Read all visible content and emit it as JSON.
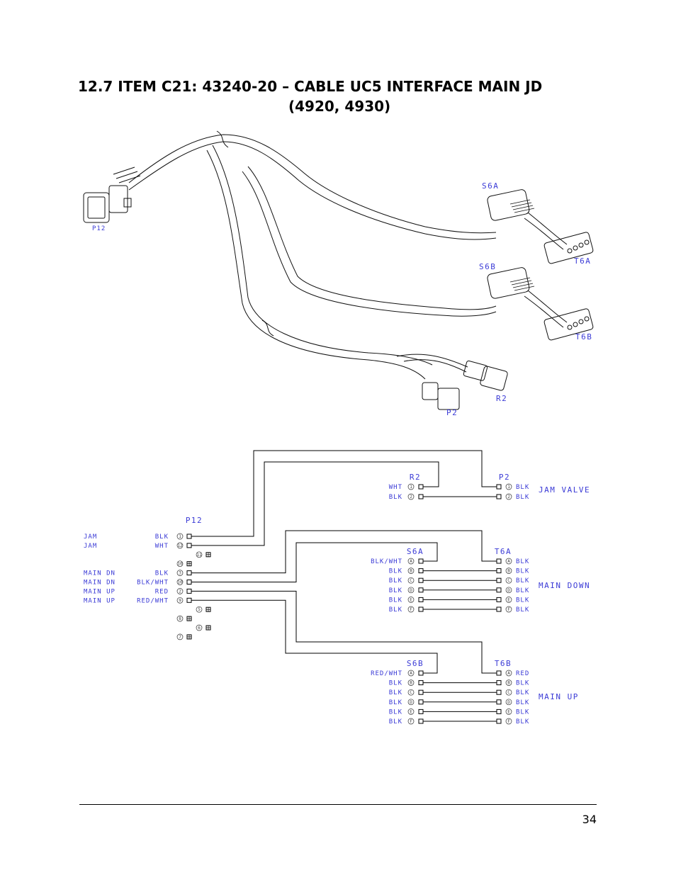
{
  "heading": {
    "line1": "12.7  ITEM C21:  43240-20 – CABLE UC5 INTERFACE MAIN JD",
    "line2": "(4920, 4930)"
  },
  "harness_drawing": {
    "connectors": {
      "p12": "P12",
      "s6a": "S6A",
      "t6a": "T6A",
      "s6b": "S6B",
      "t6b": "T6B",
      "r2": "R2",
      "p2": "P2"
    }
  },
  "schematic": {
    "p12": {
      "label": "P12",
      "rows": [
        {
          "func": "JAM",
          "color": "BLK",
          "pin": "1",
          "wired": true
        },
        {
          "func": "JAM",
          "color": "WHT",
          "pin": "12",
          "wired": true
        },
        {
          "func": "",
          "color": "",
          "pin": "11",
          "wired": false
        },
        {
          "func": "",
          "color": "",
          "pin": "10",
          "wired": false
        },
        {
          "func": "MAIN DN",
          "color": "BLK",
          "pin": "3",
          "wired": true
        },
        {
          "func": "MAIN DN",
          "color": "BLK/WHT",
          "pin": "10",
          "wired": true
        },
        {
          "func": "MAIN UP",
          "color": "RED",
          "pin": "2",
          "wired": true
        },
        {
          "func": "MAIN UP",
          "color": "RED/WHT",
          "pin": "9",
          "wired": true
        },
        {
          "func": "",
          "color": "",
          "pin": "5",
          "wired": false
        },
        {
          "func": "",
          "color": "",
          "pin": "8",
          "wired": false
        },
        {
          "func": "",
          "color": "",
          "pin": "6",
          "wired": false
        },
        {
          "func": "",
          "color": "",
          "pin": "7",
          "wired": false
        }
      ]
    },
    "r2": {
      "label": "R2",
      "rows": [
        {
          "color": "WHT",
          "pin": "1"
        },
        {
          "color": "BLK",
          "pin": "2"
        }
      ]
    },
    "p2": {
      "label": "P2",
      "rows": [
        {
          "color": "BLK",
          "pin": "1"
        },
        {
          "color": "BLK",
          "pin": "2"
        }
      ]
    },
    "jam_valve": "JAM VALVE",
    "s6a": {
      "label": "S6A",
      "rows": [
        {
          "color": "BLK/WHT",
          "pin": "A"
        },
        {
          "color": "BLK",
          "pin": "B"
        },
        {
          "color": "BLK",
          "pin": "C"
        },
        {
          "color": "BLK",
          "pin": "D"
        },
        {
          "color": "BLK",
          "pin": "E"
        },
        {
          "color": "BLK",
          "pin": "F"
        }
      ]
    },
    "t6a": {
      "label": "T6A",
      "rows": [
        {
          "color": "BLK",
          "pin": "A"
        },
        {
          "color": "BLK",
          "pin": "B"
        },
        {
          "color": "BLK",
          "pin": "C"
        },
        {
          "color": "BLK",
          "pin": "D"
        },
        {
          "color": "BLK",
          "pin": "E"
        },
        {
          "color": "BLK",
          "pin": "F"
        }
      ]
    },
    "main_down": "MAIN DOWN",
    "s6b": {
      "label": "S6B",
      "rows": [
        {
          "color": "RED/WHT",
          "pin": "A"
        },
        {
          "color": "BLK",
          "pin": "B"
        },
        {
          "color": "BLK",
          "pin": "C"
        },
        {
          "color": "BLK",
          "pin": "D"
        },
        {
          "color": "BLK",
          "pin": "E"
        },
        {
          "color": "BLK",
          "pin": "F"
        }
      ]
    },
    "t6b": {
      "label": "T6B",
      "rows": [
        {
          "color": "RED",
          "pin": "A"
        },
        {
          "color": "BLK",
          "pin": "B"
        },
        {
          "color": "BLK",
          "pin": "C"
        },
        {
          "color": "BLK",
          "pin": "D"
        },
        {
          "color": "BLK",
          "pin": "E"
        },
        {
          "color": "BLK",
          "pin": "F"
        }
      ]
    },
    "main_up": "MAIN UP"
  },
  "footer": {
    "page_number": "34"
  }
}
